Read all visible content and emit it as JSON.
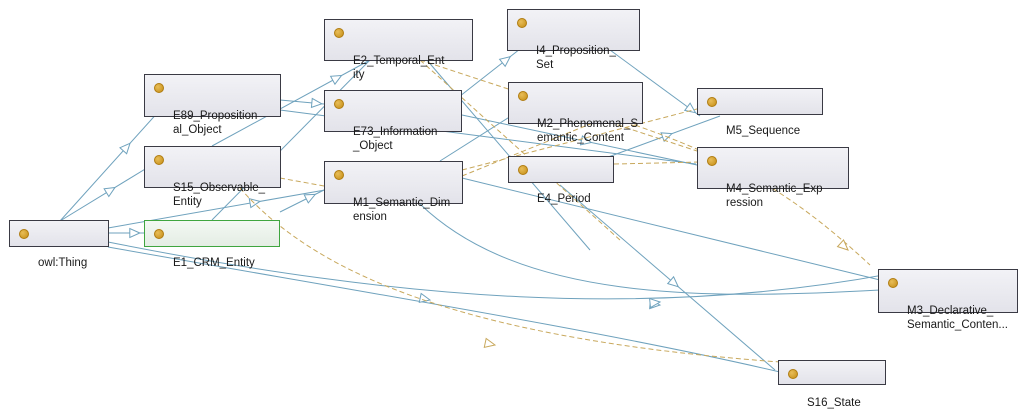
{
  "diagram": {
    "node_color": "#d4a12c",
    "edge_color": "#6fa2bd",
    "dashed_edge_color": "#c8a85c",
    "selected_border_color": "#3fa53f",
    "nodes": {
      "owl_thing": "owl:Thing",
      "e1": "E1_CRM_Entity",
      "e2": "E2_Temporal_Ent\nity",
      "i4": "I4_Proposition_\nSet",
      "e89": "E89_Proposition\nal_Object",
      "e73": "E73_Information\n_Object",
      "m2": "M2_Phenomenal_S\nemantic_Content",
      "m5": "M5_Sequence",
      "s15": "S15_Observable_\nEntity",
      "m1": "M1_Semantic_Dim\nension",
      "e4": "E4_Period",
      "m4": "M4_Semantic_Exp\nression",
      "m3": "M3_Declarative_\nSemantic_Conten...",
      "s16": "S16_State"
    }
  }
}
